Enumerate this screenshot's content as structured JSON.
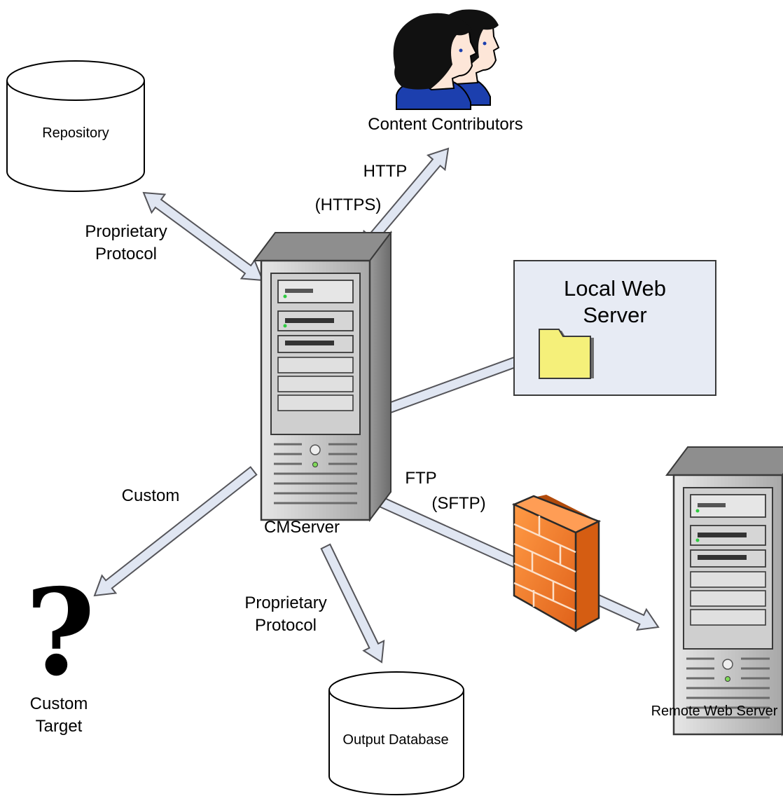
{
  "nodes": {
    "repository": "Repository",
    "content_contributors": "Content Contributors",
    "local_web_server": [
      "Local Web",
      "Server"
    ],
    "cm_server": "CMServer",
    "remote_web_server": "Remote Web Server",
    "custom_target": [
      "Custom",
      "Target"
    ],
    "output_database": "Output Database"
  },
  "connections": {
    "repository_link": [
      "Proprietary",
      "Protocol"
    ],
    "contributors_link": [
      "HTTP",
      "(HTTPS)"
    ],
    "custom_link": "Custom",
    "output_link": [
      "Proprietary",
      "Protocol"
    ],
    "remote_link": [
      "FTP",
      "(SFTP)"
    ]
  },
  "colors": {
    "arrow_fill": "#e0e6f2",
    "arrow_stroke": "#55555a",
    "local_server_box": "#e7ebf4",
    "folder": "#f5f07a",
    "firewall": "#f07a2a",
    "server_case": "#bfbfbf",
    "contributor_shirt": "#1c3fae"
  },
  "icons": [
    "server-icon",
    "database-icon",
    "folder-icon",
    "firewall-icon",
    "users-icon",
    "question-mark-icon"
  ]
}
